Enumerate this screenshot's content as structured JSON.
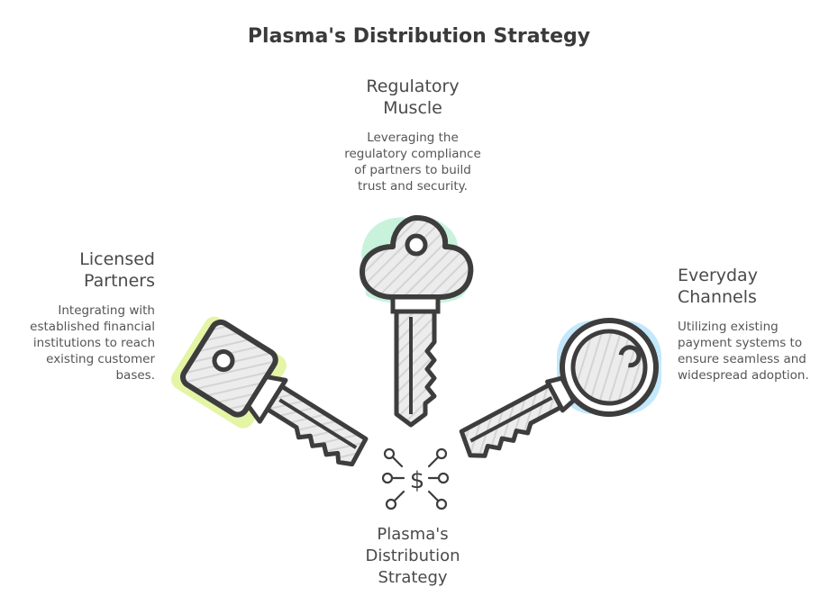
{
  "title": "Plasma's Distribution Strategy",
  "top": {
    "heading": "Regulatory\nMuscle",
    "description": "Leveraging the\nregulatory compliance\nof partners to build\ntrust and security."
  },
  "left": {
    "heading": "Licensed\nPartners",
    "description": "Integrating with\nestablished financial\ninstitutions to reach\nexisting customer\nbases."
  },
  "right": {
    "heading": "Everyday\nChannels",
    "description": "Utilizing existing\npayment systems to\nensure seamless and\nwidespread adoption."
  },
  "center": {
    "label": "Plasma's\nDistribution\nStrategy",
    "icon": "dollar-network-icon"
  },
  "colors": {
    "left_key_accent": "#e4f5a6",
    "top_key_accent": "#c9f2dc",
    "right_key_accent": "#c3e8fb",
    "outline": "#3d3d3d",
    "hatch": "#d8d8d8"
  }
}
